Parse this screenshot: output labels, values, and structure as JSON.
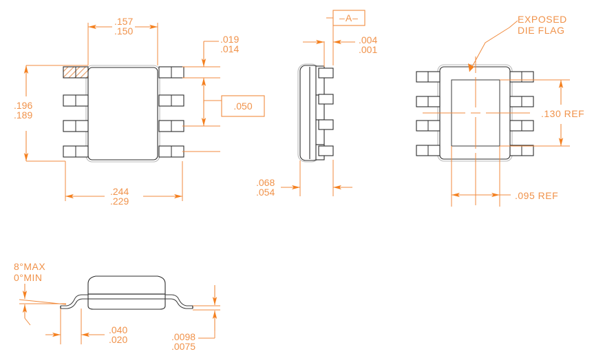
{
  "drawing": {
    "title": "IC Package Mechanical Outline Drawing",
    "colors": {
      "dimension": "#f08a3c",
      "outline": "#2b2b2b",
      "background": "#ffffff",
      "pin1_hatch": "#e8a06a"
    },
    "views": [
      {
        "id": "top-view",
        "name": "top-view",
        "pin_count": 8,
        "pin1_marked": true
      },
      {
        "id": "side-view-end",
        "name": "end-view",
        "datum": "-A-"
      },
      {
        "id": "bottom-view",
        "name": "bottom-view",
        "feature": "exposed-die-flag"
      },
      {
        "id": "side-profile-view",
        "name": "side-profile-view"
      }
    ]
  },
  "dimensions": {
    "top_width": {
      "max": ".157",
      "min": ".150"
    },
    "body_height": {
      "max": ".196",
      "min": ".189"
    },
    "overall_width": {
      "max": ".244",
      "min": ".229"
    },
    "lead_width": {
      "max": ".019",
      "min": ".014"
    },
    "lead_pitch": {
      "value": ".050"
    },
    "lead_thickness": {
      "max": ".004",
      "min": ".001"
    },
    "package_thickness": {
      "max": ".068",
      "min": ".054"
    },
    "die_flag_height": {
      "value": ".130  REF"
    },
    "die_flag_width": {
      "value": ".095  REF"
    },
    "lead_foot_length": {
      "max": ".040",
      "min": ".020"
    },
    "standoff": {
      "max": ".0098",
      "min": ".0075"
    },
    "lead_angle_max": "8°MAX",
    "lead_angle_min": "0°MIN"
  },
  "labels": {
    "datum_a": "–A–",
    "exposed_die_flag_line1": "EXPOSED",
    "exposed_die_flag_line2": "DIE  FLAG"
  }
}
